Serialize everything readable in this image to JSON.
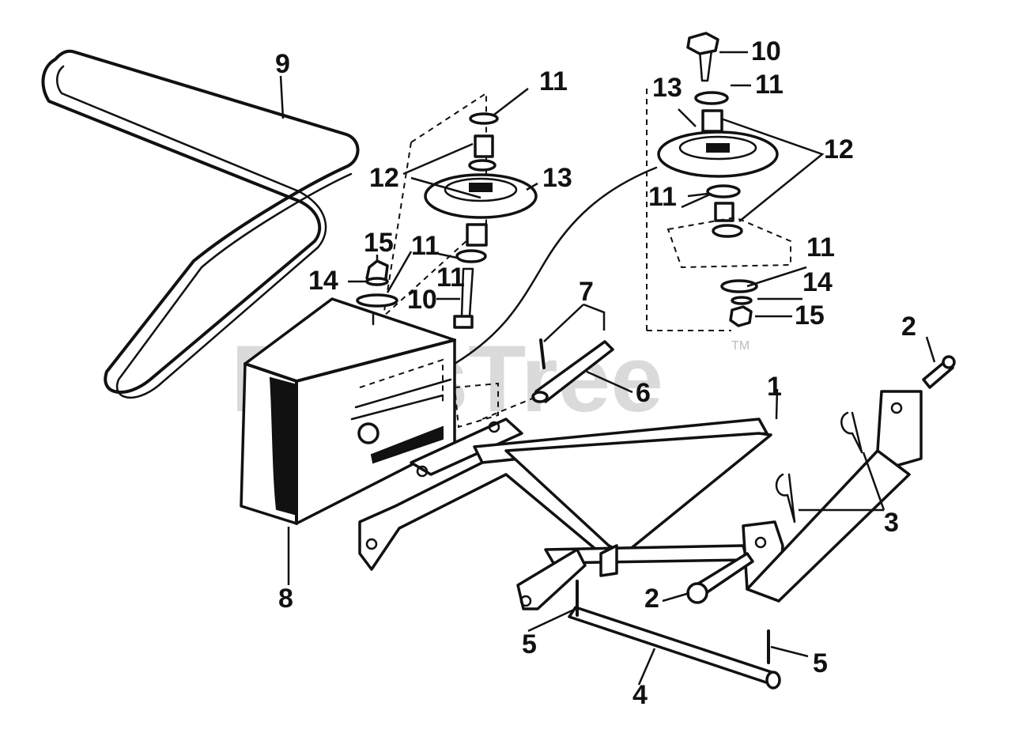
{
  "watermark": {
    "text": "PartsTree",
    "trademark": "TM"
  },
  "callouts": [
    "1",
    "2",
    "2",
    "3",
    "4",
    "5",
    "5",
    "6",
    "7",
    "8",
    "9",
    "10",
    "10",
    "11",
    "11",
    "11",
    "11",
    "11",
    "11",
    "12",
    "12",
    "13",
    "13",
    "14",
    "14",
    "15",
    "15"
  ]
}
